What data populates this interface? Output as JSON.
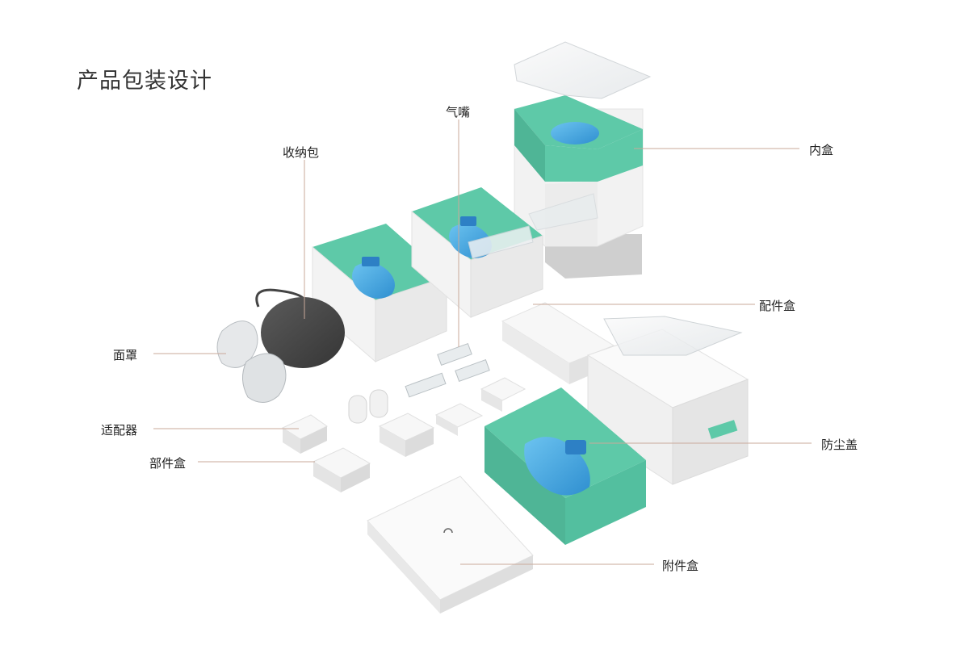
{
  "title": "产品包装设计",
  "labels": {
    "storage_bag": "收纳包",
    "nozzle": "气嘴",
    "inner_box": "内盒",
    "accessory_box": "配件盒",
    "mask": "面罩",
    "adapter": "适配器",
    "parts_box": "部件盒",
    "dust_cover": "防尘盖",
    "attachment_box": "附件盒"
  },
  "colors": {
    "teal": "#5ec9a8",
    "teal_dark": "#4fb596",
    "box_white": "#f4f4f4",
    "device_blue": "#3fa7e4",
    "bag_gray": "#4a4a4a",
    "leader_line": "#c9a99a"
  }
}
